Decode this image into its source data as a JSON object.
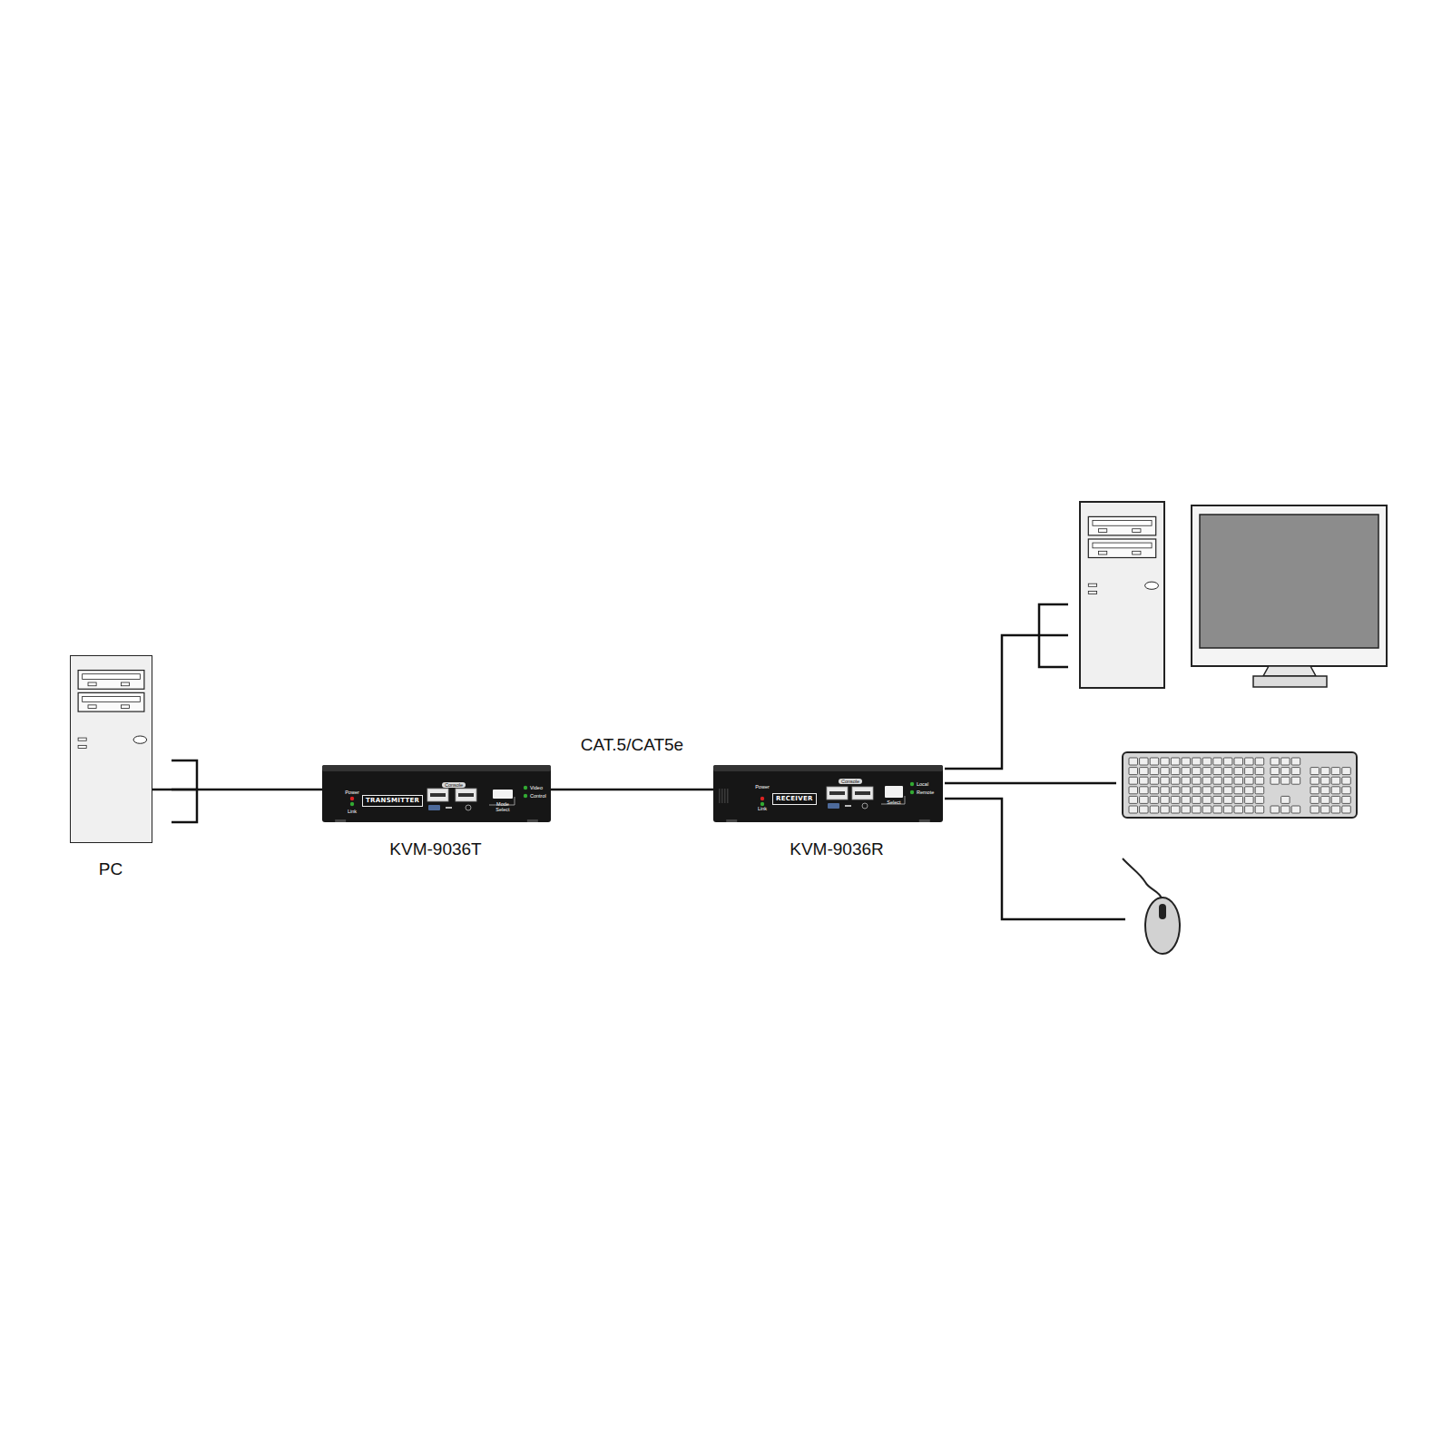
{
  "diagram": {
    "nodes": [
      {
        "text": [
          "PC"
        ]
      },
      {
        "text": [
          "TRANSMITTER",
          "KVM-9036T"
        ]
      },
      {
        "text": [
          "RECEIVER",
          "KVM-9036R"
        ]
      }
    ],
    "edges": [
      {
        "from": 0,
        "to": 1,
        "arrow": "none"
      },
      {
        "from": 1,
        "to": 2,
        "label": "CAT.5/CAT5e",
        "arrow": "none"
      }
    ],
    "labels": [
      "Power",
      "Link",
      "Console",
      "Mode Select",
      "Video",
      "Control",
      "Power",
      "Link",
      "Console",
      "Select",
      "Local",
      "Remote"
    ]
  }
}
